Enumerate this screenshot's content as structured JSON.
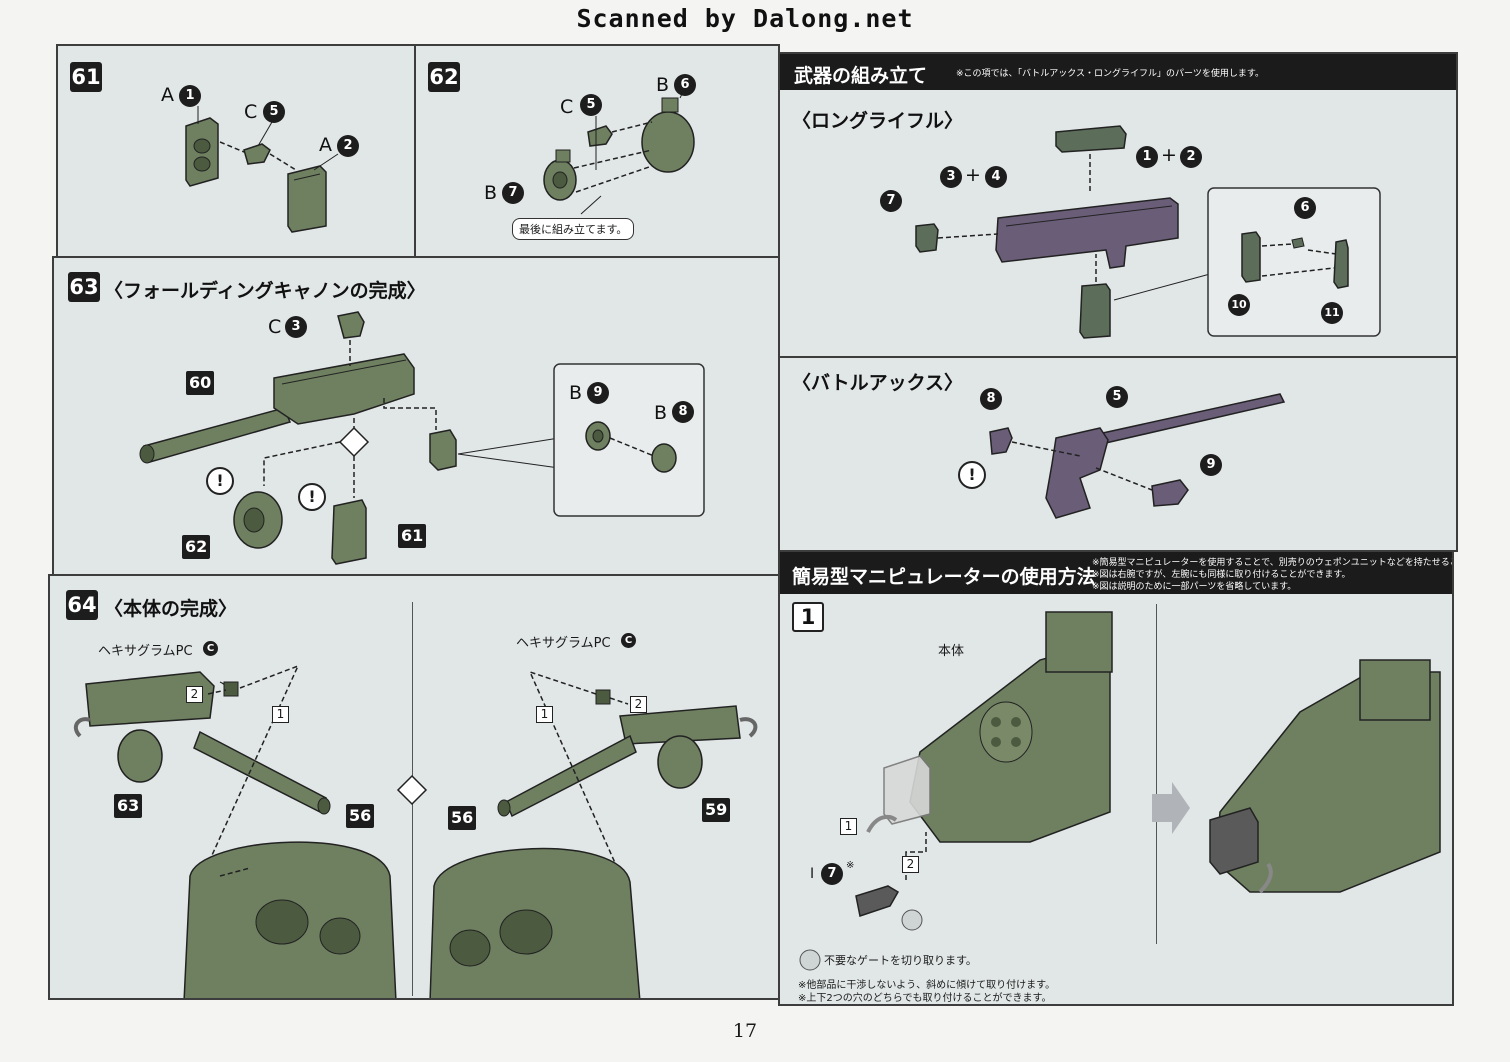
{
  "scan_credit": "Scanned by Dalong.net",
  "page_number": "17",
  "steps": {
    "s61": {
      "num": "61",
      "labels": {
        "a1": "A",
        "c5": "C",
        "a2": "A"
      },
      "circles": {
        "a1": "1",
        "c5": "5",
        "a2": "2"
      }
    },
    "s62": {
      "num": "62",
      "labels": {
        "c5": "C",
        "b6": "B",
        "b7": "B"
      },
      "circles": {
        "c5": "5",
        "b6": "6",
        "b7": "7"
      },
      "callout": "最後に組み立てます。"
    },
    "s63": {
      "num": "63",
      "title": "〈フォールディングキャノンの完成〉",
      "labels": {
        "c3": "C",
        "b9": "B",
        "b8": "B"
      },
      "circles": {
        "c3": "3",
        "b9": "9",
        "b8": "8"
      },
      "tags": {
        "t60": "60",
        "t62": "62",
        "t61": "61"
      },
      "warn": "!"
    },
    "s64": {
      "num": "64",
      "title": "〈本体の完成〉",
      "hex_label": "ヘキサグラムPC",
      "hex_circle": "C",
      "sub1": "1",
      "sub2": "2",
      "tags": {
        "t63": "63",
        "t56": "56",
        "t59": "59"
      }
    }
  },
  "weapon": {
    "header": "武器の組み立て",
    "note": "※この項では、「バトルアックス・ロングライフル」のパーツを使用します。",
    "rifle": {
      "title": "〈ロングライフル〉",
      "circles": {
        "c1": "1",
        "c2": "2",
        "c3": "3",
        "c4": "4",
        "c7": "7",
        "c6": "6",
        "c10": "10",
        "c11": "11"
      },
      "plus": "+"
    },
    "axe": {
      "title": "〈バトルアックス〉",
      "circles": {
        "c8": "8",
        "c5": "5",
        "c9": "9"
      }
    }
  },
  "manipulator": {
    "header": "簡易型マニピュレーターの使用方法",
    "notes": [
      "※簡易型マニピュレーターを使用することで、別売りのウェポンユニットなどを持たせることができます。",
      "※図は右腕ですが、左腕にも同様に取り付けることができます。",
      "※図は説明のために一部パーツを省略しています。"
    ],
    "step": "1",
    "body_label": "本体",
    "part_label": "I",
    "part_circle": "7",
    "part_mark": "※",
    "sub1": "1",
    "sub2": "2",
    "gate_note": "不要なゲートを切り取ります。",
    "footnotes": [
      "※他部品に干渉しないよう、斜めに傾けて取り付けます。",
      "※上下2つの穴のどちらでも取り付けることができます。"
    ]
  },
  "colors": {
    "part_green": "#687a55",
    "part_dark": "#3e4a35",
    "panel_bg": "#e1e6e6",
    "header_bg": "#1b1b1b"
  }
}
